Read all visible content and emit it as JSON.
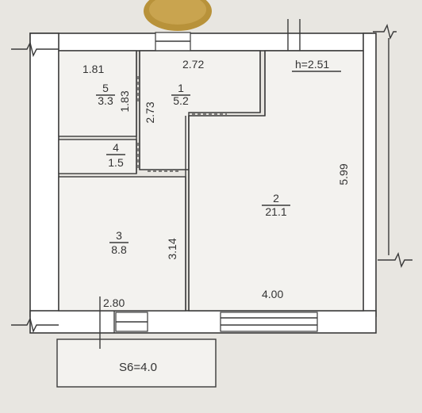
{
  "plan": {
    "ceiling_height": "h=2.51",
    "balcony_area": "S6=4.0",
    "rooms": [
      {
        "number": "1",
        "area": "5.2"
      },
      {
        "number": "2",
        "area": "21.1"
      },
      {
        "number": "3",
        "area": "8.8"
      },
      {
        "number": "4",
        "area": "1.5"
      },
      {
        "number": "5",
        "area": "3.3"
      }
    ],
    "dimensions": {
      "d_1_81": "1.81",
      "d_2_72": "2.72",
      "d_1_83": "1.83",
      "d_2_73": "2.73",
      "d_5_99": "5.99",
      "d_3_14": "3.14",
      "d_2_80": "2.80",
      "d_4_00": "4.00"
    }
  },
  "colors": {
    "paper": "#f3f2ef",
    "background": "#d9d6d0",
    "lines": "#3a3a3a",
    "coin": "#b8923a"
  }
}
